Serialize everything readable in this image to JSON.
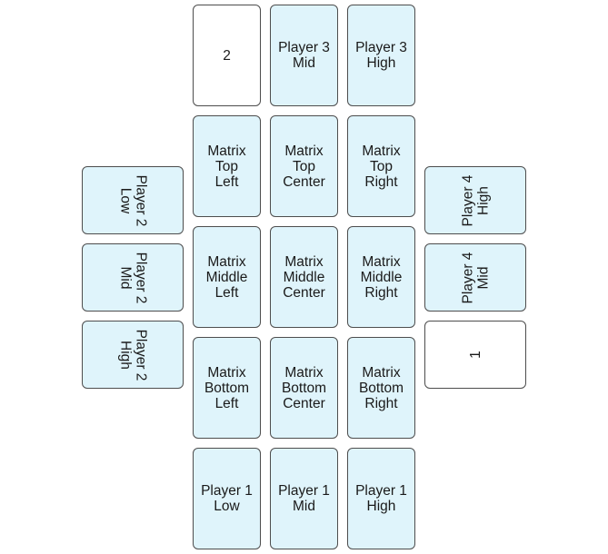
{
  "player3": {
    "low": "2",
    "mid": "Player 3\nMid",
    "high": "Player 3\nHigh"
  },
  "matrix": {
    "top_left": "Matrix\nTop\nLeft",
    "top_center": "Matrix\nTop\nCenter",
    "top_right": "Matrix\nTop\nRight",
    "middle_left": "Matrix\nMiddle\nLeft",
    "middle_center": "Matrix\nMiddle\nCenter",
    "middle_right": "Matrix\nMiddle\nRight",
    "bottom_left": "Matrix\nBottom\nLeft",
    "bottom_center": "Matrix\nBottom\nCenter",
    "bottom_right": "Matrix\nBottom\nRight"
  },
  "player1": {
    "low": "Player 1\nLow",
    "mid": "Player 1\nMid",
    "high": "Player 1\nHigh"
  },
  "player2": {
    "low": "Player 2\nLow",
    "mid": "Player 2\nMid",
    "high": "Player 2\nHigh"
  },
  "player4": {
    "high": "Player 4\nHigh",
    "mid": "Player 4\nMid",
    "low": "1"
  },
  "colors": {
    "card_fill": "#dff4fb",
    "blank_fill": "#ffffff",
    "border": "#4d4d4d",
    "text": "#1a1a1a"
  }
}
